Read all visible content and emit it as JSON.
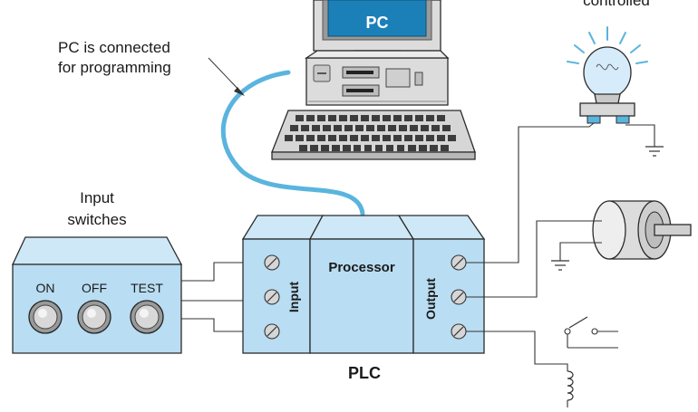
{
  "labels": {
    "pc_screen": "PC",
    "pc_caption_line1": "PC is connected",
    "pc_caption_line2": "for programming",
    "top_right_caption": "controlled",
    "input_switches_line1": "Input",
    "input_switches_line2": "switches",
    "switch_on": "ON",
    "switch_off": "OFF",
    "switch_test": "TEST",
    "processor": "Processor",
    "input_module": "Input",
    "output_module": "Output",
    "plc": "PLC"
  },
  "colors": {
    "module_fill": "#cfe8f7",
    "module_face": "#b9ddf2",
    "cable": "#5ab4de",
    "screen": "#1c80b8",
    "computer_body": "#dcdcdc"
  }
}
